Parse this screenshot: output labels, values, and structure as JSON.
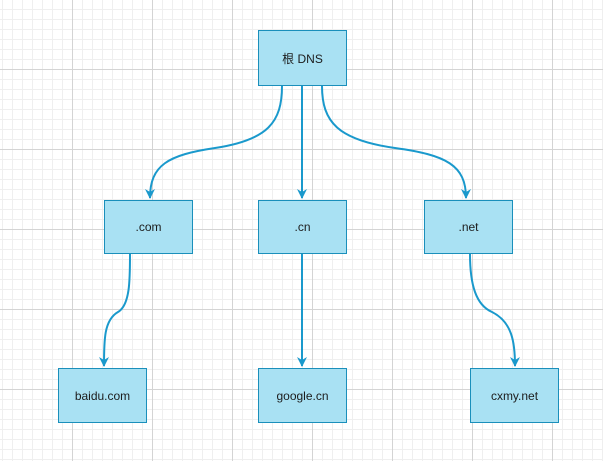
{
  "diagram": {
    "style": {
      "node_fill": "#a9e1f3",
      "node_border": "#1a8fbb",
      "edge_color": "#1a99cc",
      "grid_major": "#d4d4d4",
      "grid_minor": "#efefef",
      "text_color": "#1c1c1c"
    },
    "nodes": [
      {
        "id": "root",
        "label": "根 DNS"
      },
      {
        "id": "com",
        "label": ".com"
      },
      {
        "id": "cn",
        "label": ".cn"
      },
      {
        "id": "net",
        "label": ".net"
      },
      {
        "id": "baidu",
        "label": "baidu.com"
      },
      {
        "id": "google",
        "label": "google.cn"
      },
      {
        "id": "cxmy",
        "label": "cxmy.net"
      }
    ],
    "edges": [
      {
        "from": "root",
        "to": "com"
      },
      {
        "from": "root",
        "to": "cn"
      },
      {
        "from": "root",
        "to": "net"
      },
      {
        "from": "com",
        "to": "baidu"
      },
      {
        "from": "cn",
        "to": "google"
      },
      {
        "from": "net",
        "to": "cxmy"
      }
    ]
  }
}
